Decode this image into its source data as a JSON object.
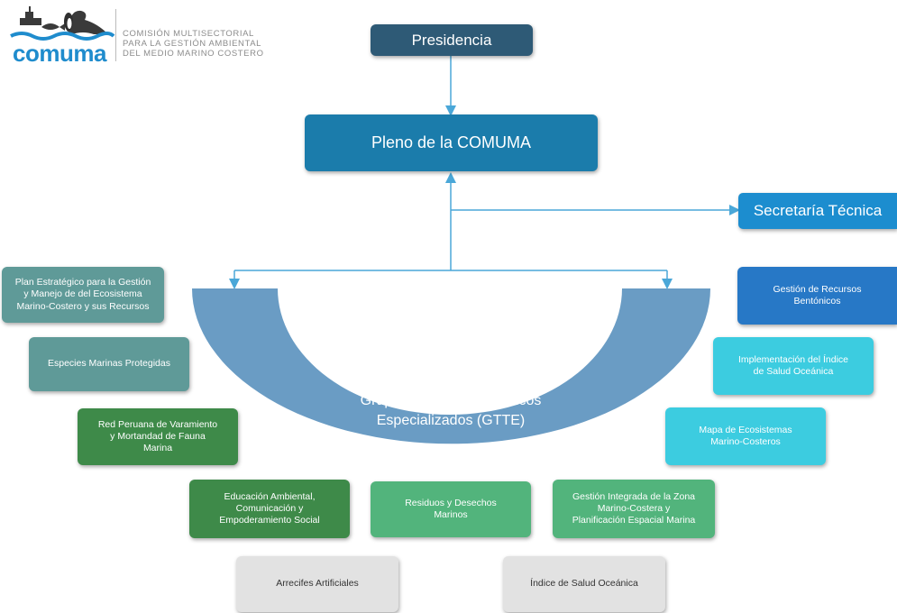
{
  "logo": {
    "name": "comuma",
    "subtitle_lines": [
      "COMISIÓN MULTISECTORIAL",
      "PARA LA GESTIÓN AMBIENTAL",
      "DEL MEDIO MARINO COSTERO"
    ]
  },
  "nodes": {
    "presidencia": "Presidencia",
    "pleno": "Pleno de la COMUMA",
    "secretaria": "Secretaría Técnica",
    "gtte": "Grupos de Trabajo Técnicos\nEspecializados (GTTE)"
  },
  "groups": {
    "plan_estrategico": "Plan Estratégico para la Gestión\ny Manejo de del Ecosistema\nMarino-Costero y sus Recursos",
    "especies": "Especies Marinas Protegidas",
    "red_peruana": "Red Peruana de Varamiento\ny Mortandad de Fauna\nMarina",
    "educacion": "Educación Ambiental,\nComunicación y\nEmpoderamiento Social",
    "residuos": "Residuos y Desechos\nMarinos",
    "gestion_zona": "Gestión Integrada de la Zona\nMarino-Costera y\nPlanificación Espacial Marina",
    "arrecifes": "Arrecifes Artificiales",
    "indice": "Índice de Salud Oceánica",
    "recursos_bentonicos": "Gestión de Recursos\nBentónicos",
    "implementacion": "Implementación del Índice\nde Salud Oceánica",
    "mapa": "Mapa de Ecosistemas\nMarino-Costeros"
  },
  "colors": {
    "presidencia": "#2e5a76",
    "pleno": "#1b7cab",
    "secretaria": "#1c8dcf",
    "arc": "#6a9cc4",
    "connector": "#4aa7d8",
    "teal": "#5f9a98",
    "green": "#3e8a49",
    "light_green": "#52b47c",
    "gray": "#e2e2e2",
    "blue": "#2778c6",
    "cyan": "#3ccce0"
  }
}
